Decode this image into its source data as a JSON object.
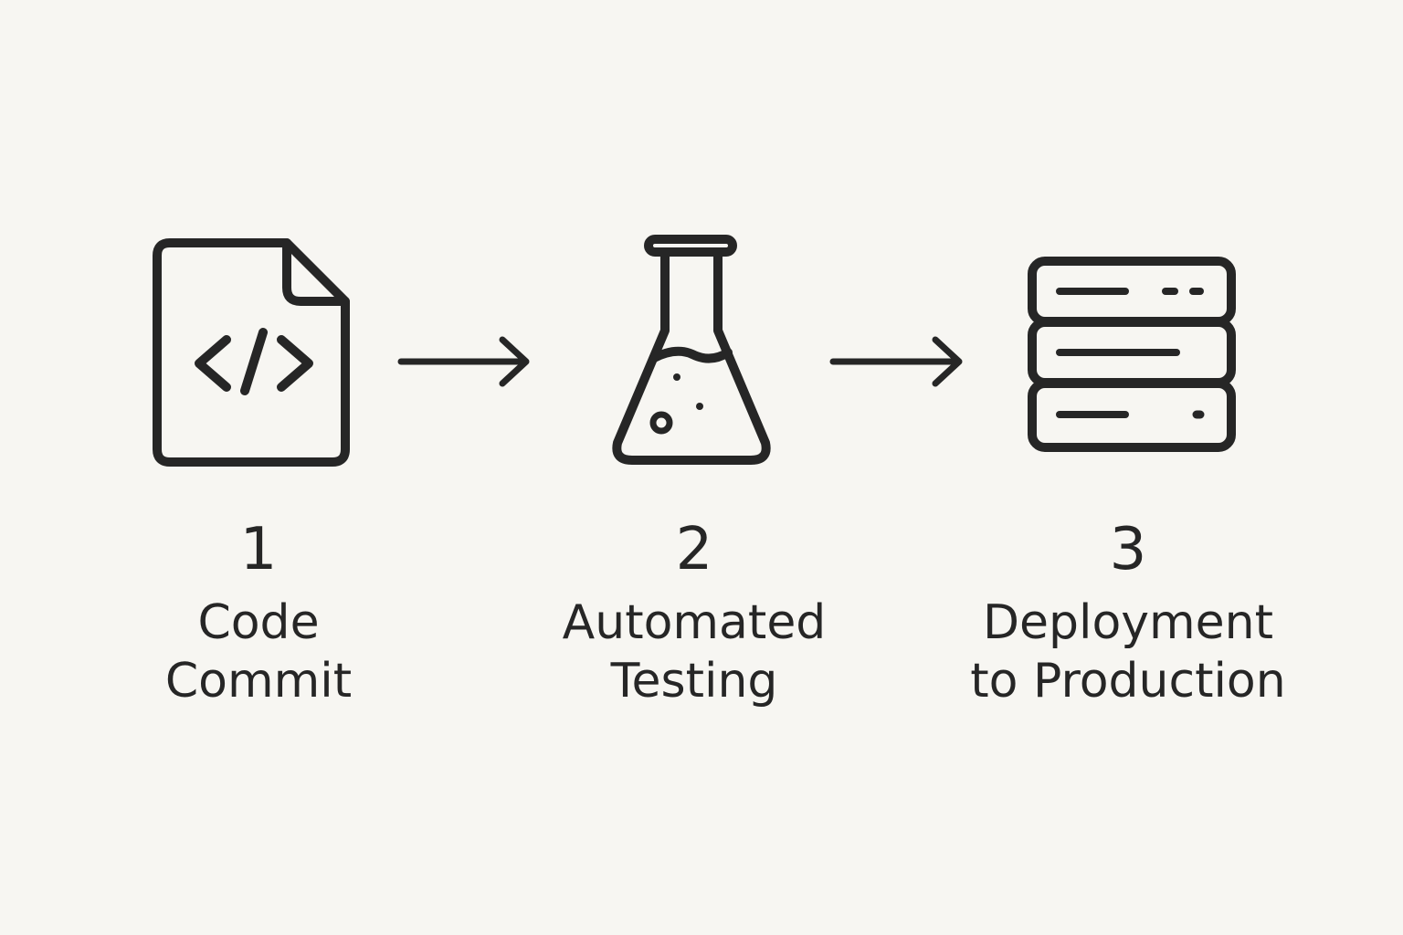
{
  "colors": {
    "background": "#f7f6f2",
    "ink": "#262626"
  },
  "steps": [
    {
      "number": "1",
      "label_line1": "Code",
      "label_line2": "Commit",
      "icon": "code-file-icon"
    },
    {
      "number": "2",
      "label_line1": "Automated",
      "label_line2": "Testing",
      "icon": "flask-icon"
    },
    {
      "number": "3",
      "label_line1": "Deployment",
      "label_line2": "to Production",
      "icon": "server-stack-icon"
    }
  ],
  "connectors": [
    {
      "icon": "arrow-right-icon"
    },
    {
      "icon": "arrow-right-icon"
    }
  ]
}
